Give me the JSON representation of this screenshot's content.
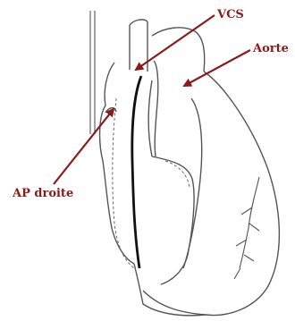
{
  "labels": {
    "vcs": "VCS",
    "aorte": "Aorte",
    "ap_droite": "AP droite"
  },
  "colors": {
    "label_text": "#8b1a1a",
    "arrow": "#8b1a1a",
    "outline": "#555555",
    "vessel_dark": "#111111",
    "background": "#ffffff"
  }
}
